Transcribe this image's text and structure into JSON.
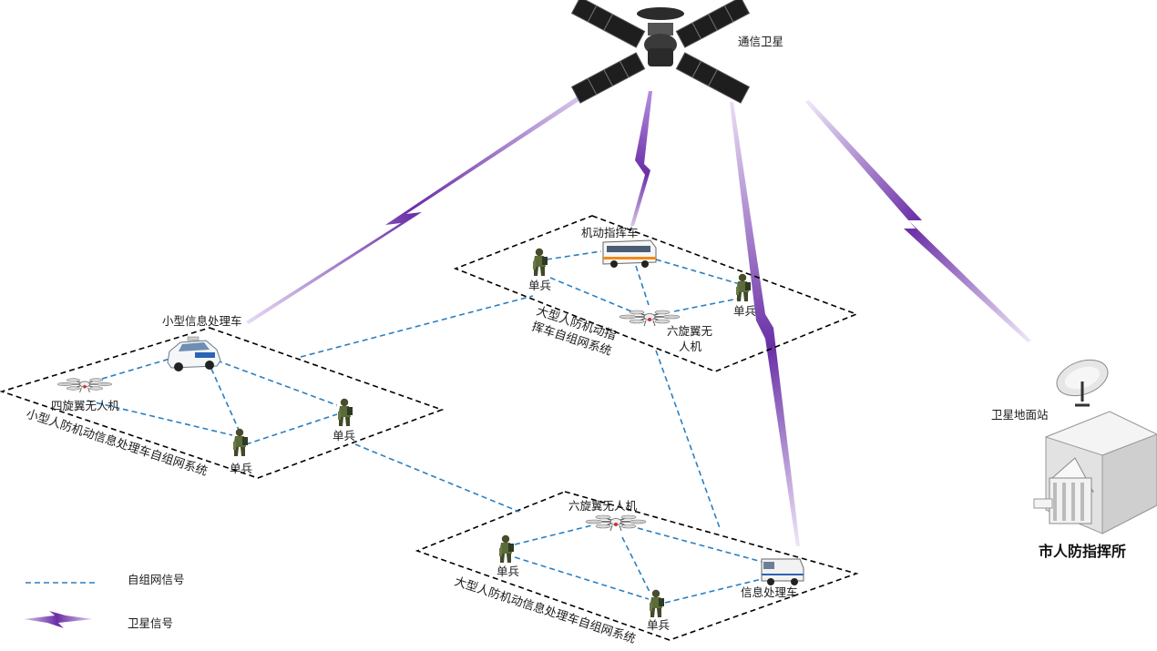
{
  "satellite": {
    "label": "通信卫星"
  },
  "ground_station": {
    "label": "卫星地面站"
  },
  "hq": {
    "label": "市人防指挥所"
  },
  "zone_small": {
    "title": "小型人防机动信息处理车自组网系统",
    "vehicle_label": "小型信息处理车",
    "drone_label": "四旋翼无人机",
    "soldier1_label": "单兵",
    "soldier2_label": "单兵"
  },
  "zone_command": {
    "title_line1": "大型人防机动指",
    "title_line2": "挥车自组网系统",
    "vehicle_label": "机动指挥车",
    "drone_label_line1": "六旋翼无",
    "drone_label_line2": "人机",
    "soldier1_label": "单兵",
    "soldier2_label": "单兵"
  },
  "zone_large": {
    "title": "大型人防机动信息处理车自组网系统",
    "vehicle_label": "信息处理车",
    "drone_label": "六旋翼无人机",
    "soldier1_label": "单兵",
    "soldier2_label": "单兵"
  },
  "legend": {
    "mesh_label": "自组网信号",
    "satellite_label": "卫星信号"
  },
  "colors": {
    "mesh_signal": "#2a7fc2",
    "satellite_signal": "#7a3fb0",
    "zone_border": "#000000"
  }
}
